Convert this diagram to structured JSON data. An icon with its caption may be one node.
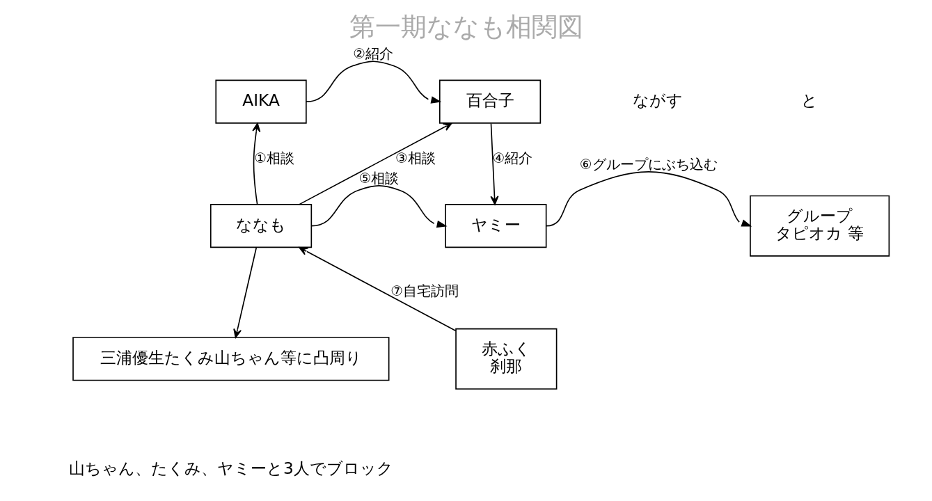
{
  "diagram": {
    "title": "第一期ななも相関図",
    "nodes": [
      {
        "text": [
          "AIKA"
        ]
      },
      {
        "text": [
          "百合子"
        ]
      },
      {
        "text": [
          "ななも"
        ]
      },
      {
        "text": [
          "ヤミー"
        ]
      },
      {
        "text": [
          "赤ふく",
          "刹那"
        ]
      },
      {
        "text": [
          "グループ",
          "タピオカ 等"
        ]
      },
      {
        "text": [
          "三浦優生たくみ山ちゃん等に凸周り"
        ]
      }
    ],
    "edges": [
      {
        "from": 2,
        "to": 0,
        "arrow": "to",
        "label": "①相談"
      },
      {
        "from": 0,
        "to": 1,
        "arrow": "to",
        "label": "②紹介"
      },
      {
        "from": 2,
        "to": 1,
        "arrow": "to",
        "label": "③相談"
      },
      {
        "from": 1,
        "to": 3,
        "arrow": "to",
        "label": "④紹介"
      },
      {
        "from": 2,
        "to": 3,
        "arrow": "to",
        "label": "⑤相談"
      },
      {
        "from": 3,
        "to": 5,
        "arrow": "to",
        "label": "⑥グループにぶち込む"
      },
      {
        "from": 4,
        "to": 2,
        "arrow": "to",
        "label": "⑦自宅訪問"
      },
      {
        "from": 2,
        "to": 6,
        "arrow": "to"
      }
    ],
    "labels": [
      "ながす",
      "と",
      "山ちゃん、たくみ、ヤミーと3人でブロック"
    ]
  }
}
